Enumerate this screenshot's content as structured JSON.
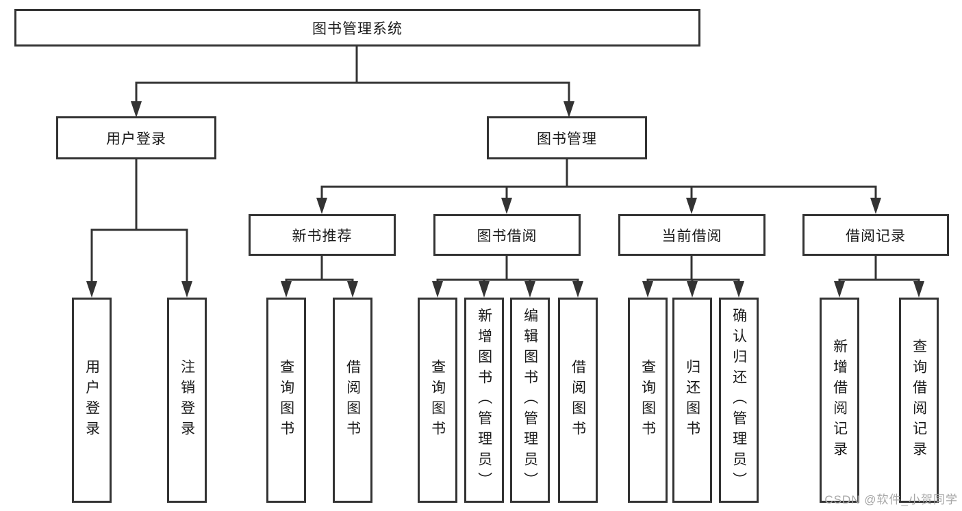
{
  "diagram": {
    "root": {
      "label": "图书管理系统"
    },
    "branches": [
      {
        "label": "用户登录",
        "children": [
          {
            "label": "用户登录"
          },
          {
            "label": "注销登录"
          }
        ]
      },
      {
        "label": "图书管理",
        "children": [
          {
            "label": "新书推荐",
            "children": [
              {
                "label": "查询图书"
              },
              {
                "label": "借阅图书"
              }
            ]
          },
          {
            "label": "图书借阅",
            "children": [
              {
                "label": "查询图书"
              },
              {
                "label": "新增图书（管理员）"
              },
              {
                "label": "编辑图书（管理员）"
              },
              {
                "label": "借阅图书"
              }
            ]
          },
          {
            "label": "当前借阅",
            "children": [
              {
                "label": "查询图书"
              },
              {
                "label": "归还图书"
              },
              {
                "label": "确认归还（管理员）"
              }
            ]
          },
          {
            "label": "借阅记录",
            "children": [
              {
                "label": "新增借阅记录"
              },
              {
                "label": "查询借阅记录"
              }
            ]
          }
        ]
      }
    ]
  },
  "watermark": {
    "text": "CSDN @软件_小贺同学"
  },
  "colors": {
    "line": "#333333",
    "text": "#1a1a1a",
    "background": "#ffffff",
    "watermark": "#a6a6a6"
  }
}
